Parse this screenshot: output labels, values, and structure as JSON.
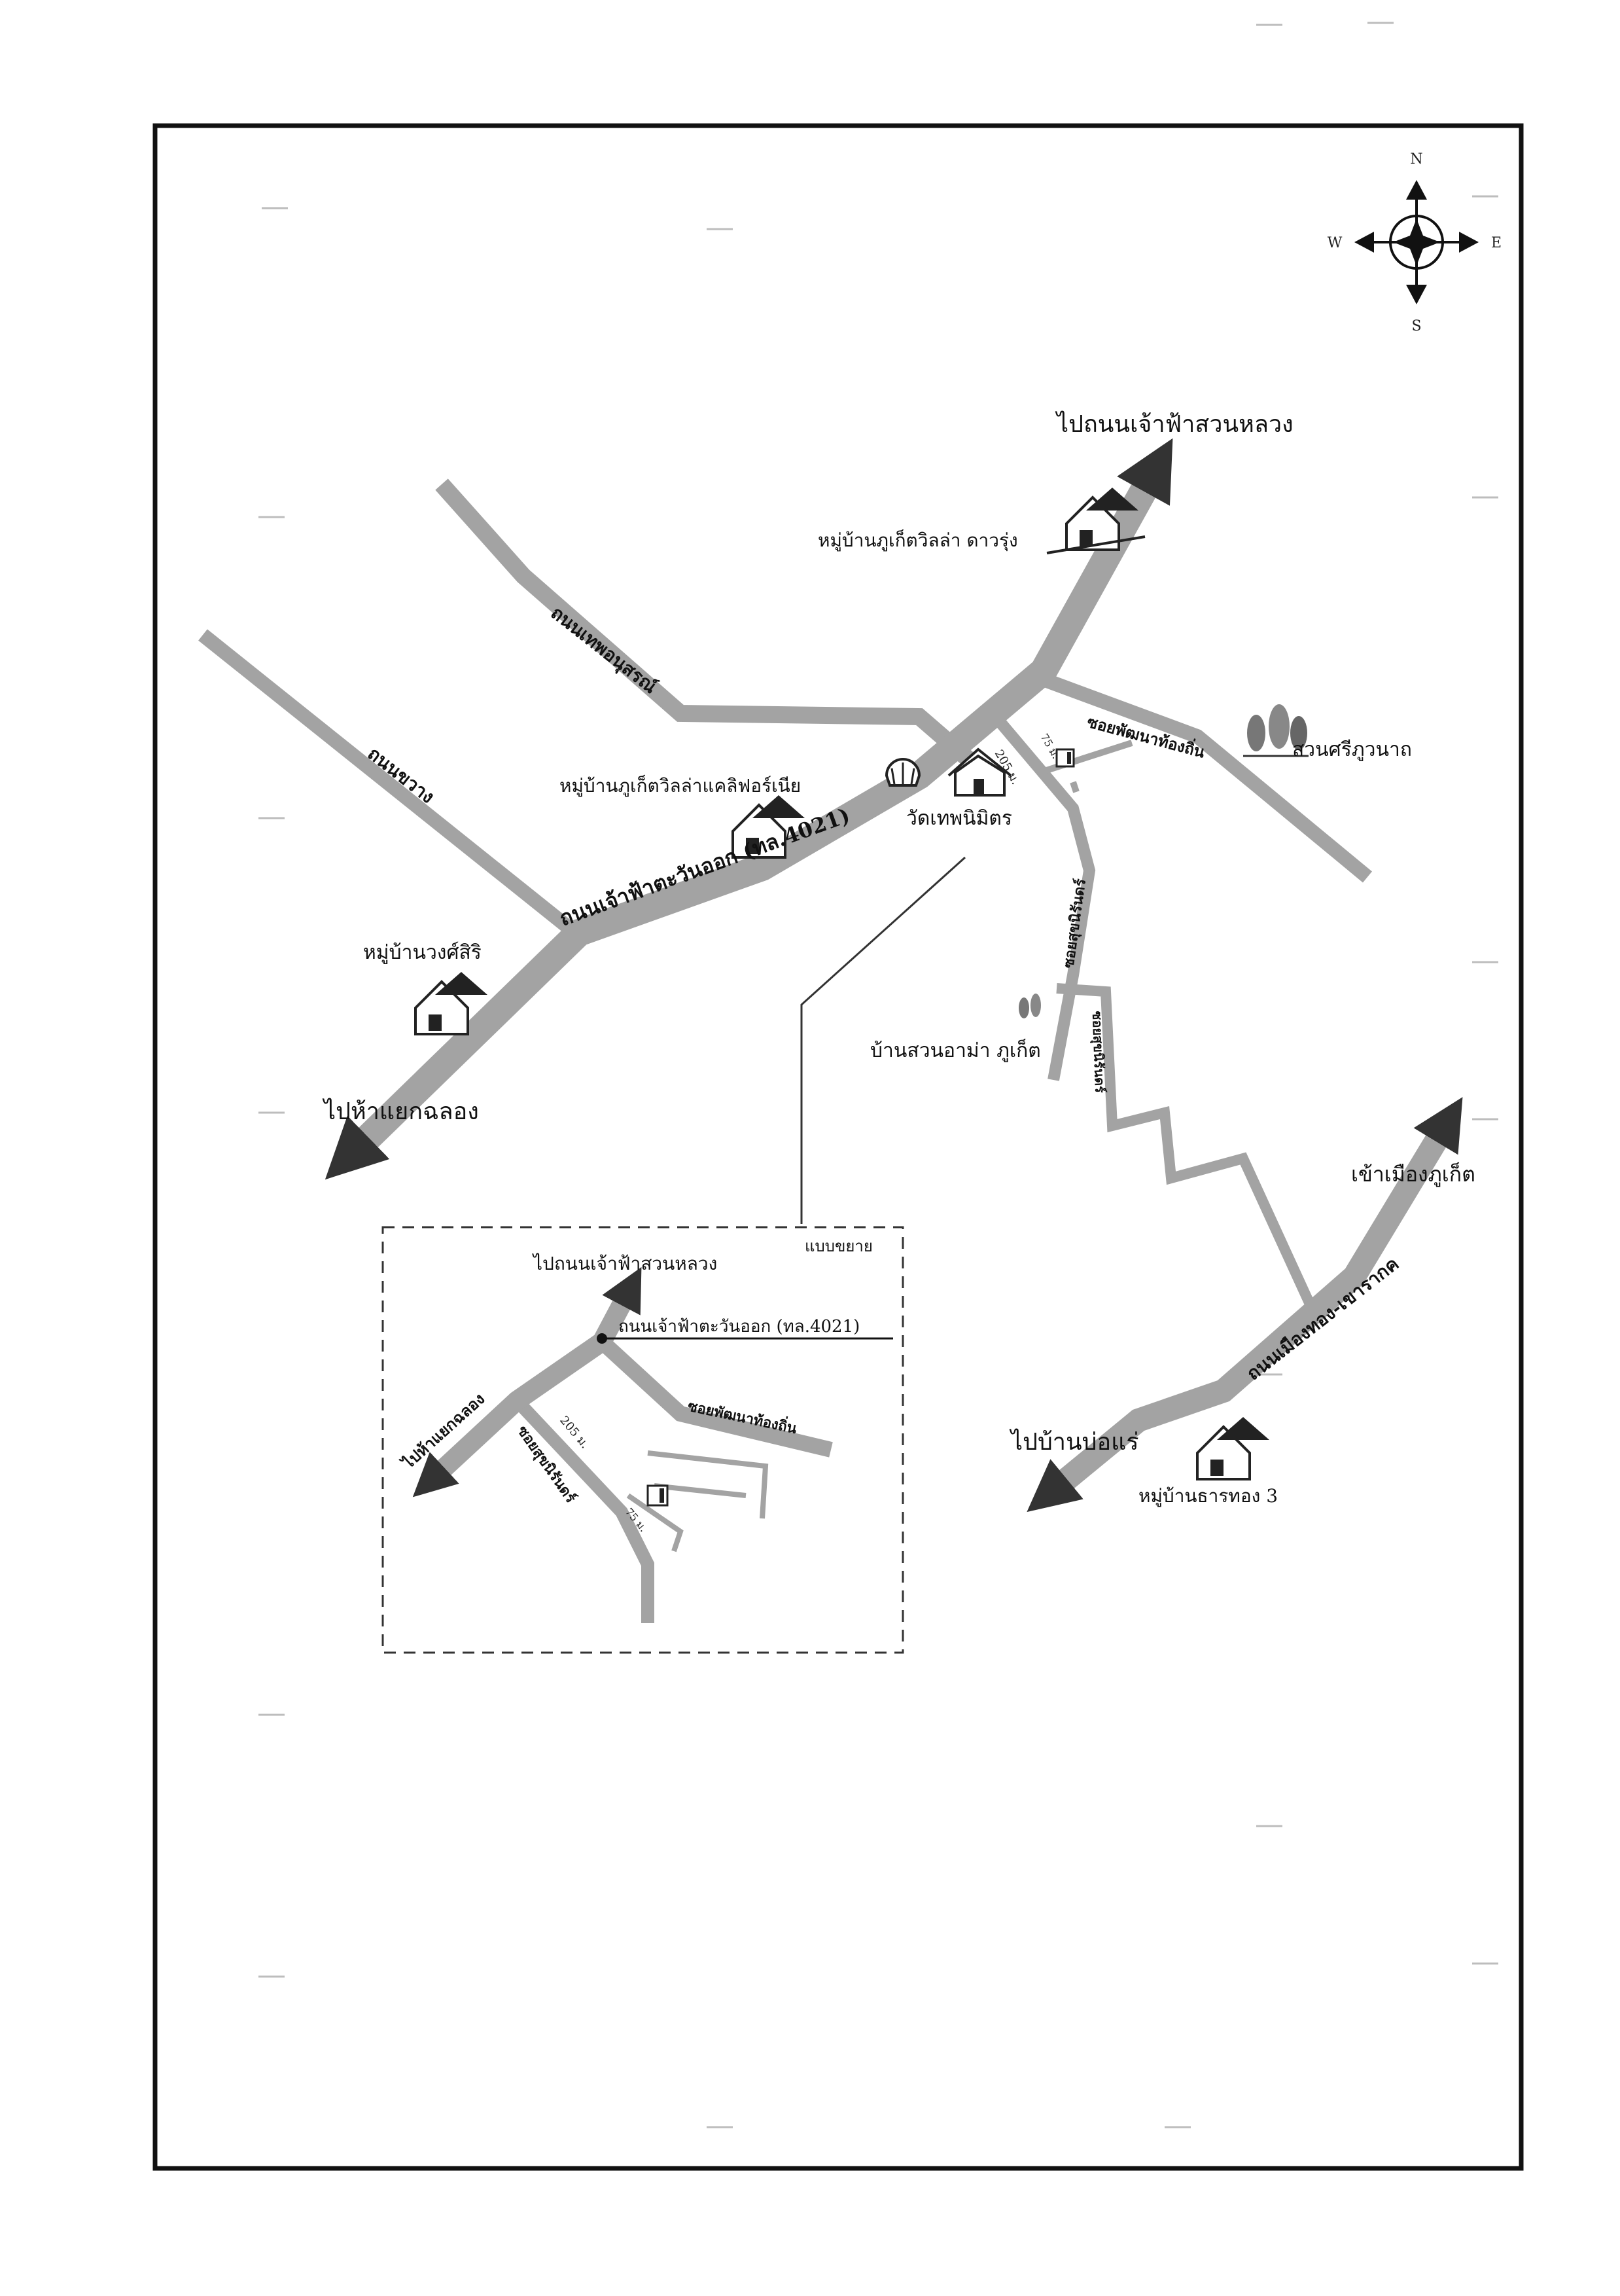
{
  "compass": {
    "n": "N",
    "s": "S",
    "e": "E",
    "w": "W"
  },
  "labels": {
    "to_chaofa_suanluang": "ไปถนนเจ้าฟ้าสวนหลวง",
    "village_dawrung": "หมู่บ้านภูเก็ตวิลล่า ดาวรุ่ง",
    "road_thepanusorn": "ถนนเทพอนุสรณ์",
    "road_kwang": "ถนนขวาง",
    "village_california": "หมู่บ้านภูเก็ตวิลล่าแคลิฟอร์เนีย",
    "road_chaofa_east": "ถนนเจ้าฟ้าตะวันออก (ทล.4021)",
    "temple": "วัดเทพนิมิตร",
    "soi_pattana": "ซอยพัฒนาท้องถิ่น",
    "park": "สวนศรีภูวนาถ",
    "soi_sukniran": "ซอยสุขนิรันดร์",
    "soi_unnamed": "ซอยสุขนิรันดร์",
    "dist_205": "205 ม.",
    "dist_75": "75 ม.",
    "village_wongsiri": "หมู่บ้านวงศ์สิริ",
    "ban_suan_ama": "บ้านสวนอาม่า ภูเก็ต",
    "to_haeyk_chalong": "ไปห้าแยกฉลอง",
    "to_phuket_town": "เข้าเมืองภูเก็ต",
    "road_mueang_thong": "ถนนเมืองทอง-เขารากค",
    "to_ban_bo_rae": "ไปบ้านบ่อแร่",
    "village_thanthong": "หมู่บ้านธารทอง 3"
  },
  "inset": {
    "title": "แบบขยาย",
    "to_chaofa_suanluang": "ไปถนนเจ้าฟ้าสวนหลวง",
    "road_chaofa_east": "ถนนเจ้าฟ้าตะวันออก (ทล.4021)",
    "soi_pattana": "ซอยพัฒนาท้องถิ่น",
    "to_haeyk_chalong": "ไปห้าแยกฉลอง",
    "soi_sukniran": "ซอยสุขนิรันดร์",
    "dist_205": "205 ม.",
    "dist_75": "75 ม."
  },
  "colors": {
    "road": "#a3a3a3",
    "road_dark": "#8e8e8e",
    "arrow": "#333333",
    "border": "#111111"
  }
}
